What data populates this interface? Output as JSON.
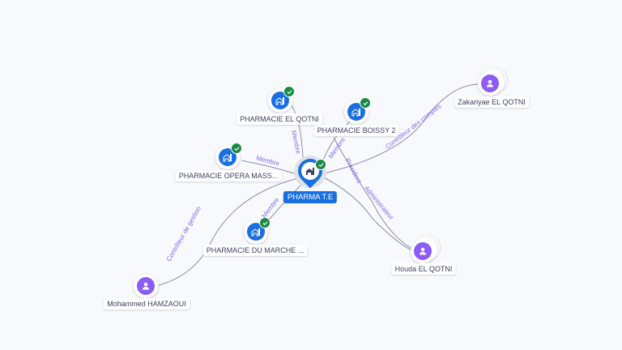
{
  "center": {
    "label": "PHARMA T.E",
    "icon": "company-icon",
    "verified": true
  },
  "nodes": [
    {
      "label": "PHARMACIE EL QOTNI",
      "type": "company",
      "verified": true
    },
    {
      "label": "PHARMACIE BOISSY 2",
      "type": "company",
      "verified": true
    },
    {
      "label": "PHARMACIE OPERA MASS...",
      "type": "company",
      "verified": true
    },
    {
      "label": "PHARMACIE DU MARCHE ...",
      "type": "company",
      "verified": true
    },
    {
      "label": "Zakariyae EL QOTNI",
      "type": "person"
    },
    {
      "label": "Houda EL QOTNI",
      "type": "person"
    },
    {
      "label": "Mohammed HAMZAOUI",
      "type": "person"
    }
  ],
  "edges": [
    {
      "label": "Membre"
    },
    {
      "label": "Membre"
    },
    {
      "label": "Membre"
    },
    {
      "label": "Membre"
    },
    {
      "label": "Contrôleur des comptes"
    },
    {
      "label": "President"
    },
    {
      "label": "Administrateur"
    },
    {
      "label": "Contrôleur de gestion"
    }
  ],
  "colors": {
    "company": "#1a6fe0",
    "person": "#8b5cf6",
    "verified": "#198a45",
    "edge_label": "#7b6cf0"
  }
}
